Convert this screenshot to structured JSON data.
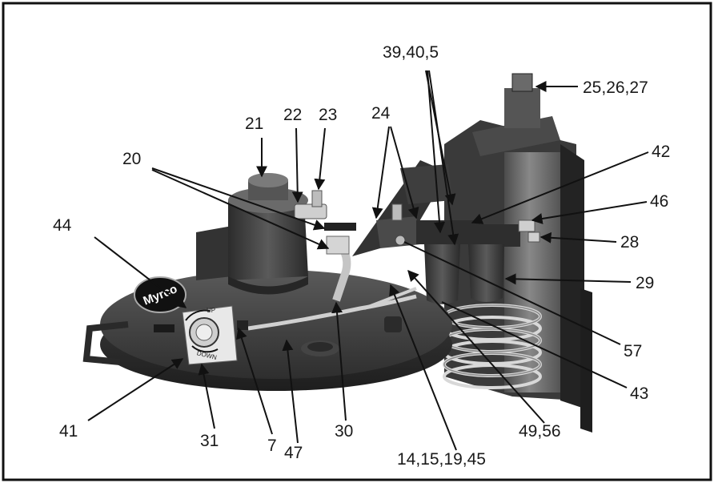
{
  "brand": "Myrco",
  "control_labels": {
    "up": "UP",
    "down": "DOWN"
  },
  "callouts": [
    {
      "id": "c-21",
      "text": "21"
    },
    {
      "id": "c-22",
      "text": "22"
    },
    {
      "id": "c-23",
      "text": "23"
    },
    {
      "id": "c-24",
      "text": "24"
    },
    {
      "id": "c-20",
      "text": "20"
    },
    {
      "id": "c-39-40-5",
      "text": "39,40,5"
    },
    {
      "id": "c-25-26-27",
      "text": "25,26,27"
    },
    {
      "id": "c-42",
      "text": "42"
    },
    {
      "id": "c-46",
      "text": "46"
    },
    {
      "id": "c-28",
      "text": "28"
    },
    {
      "id": "c-29",
      "text": "29"
    },
    {
      "id": "c-57",
      "text": "57"
    },
    {
      "id": "c-43",
      "text": "43"
    },
    {
      "id": "c-49-56",
      "text": "49,56"
    },
    {
      "id": "c-14-15-19-45",
      "text": "14,15,19,45"
    },
    {
      "id": "c-30",
      "text": "30"
    },
    {
      "id": "c-47",
      "text": "47"
    },
    {
      "id": "c-7",
      "text": "7"
    },
    {
      "id": "c-31",
      "text": "31"
    },
    {
      "id": "c-41",
      "text": "41"
    },
    {
      "id": "c-44",
      "text": "44"
    }
  ]
}
